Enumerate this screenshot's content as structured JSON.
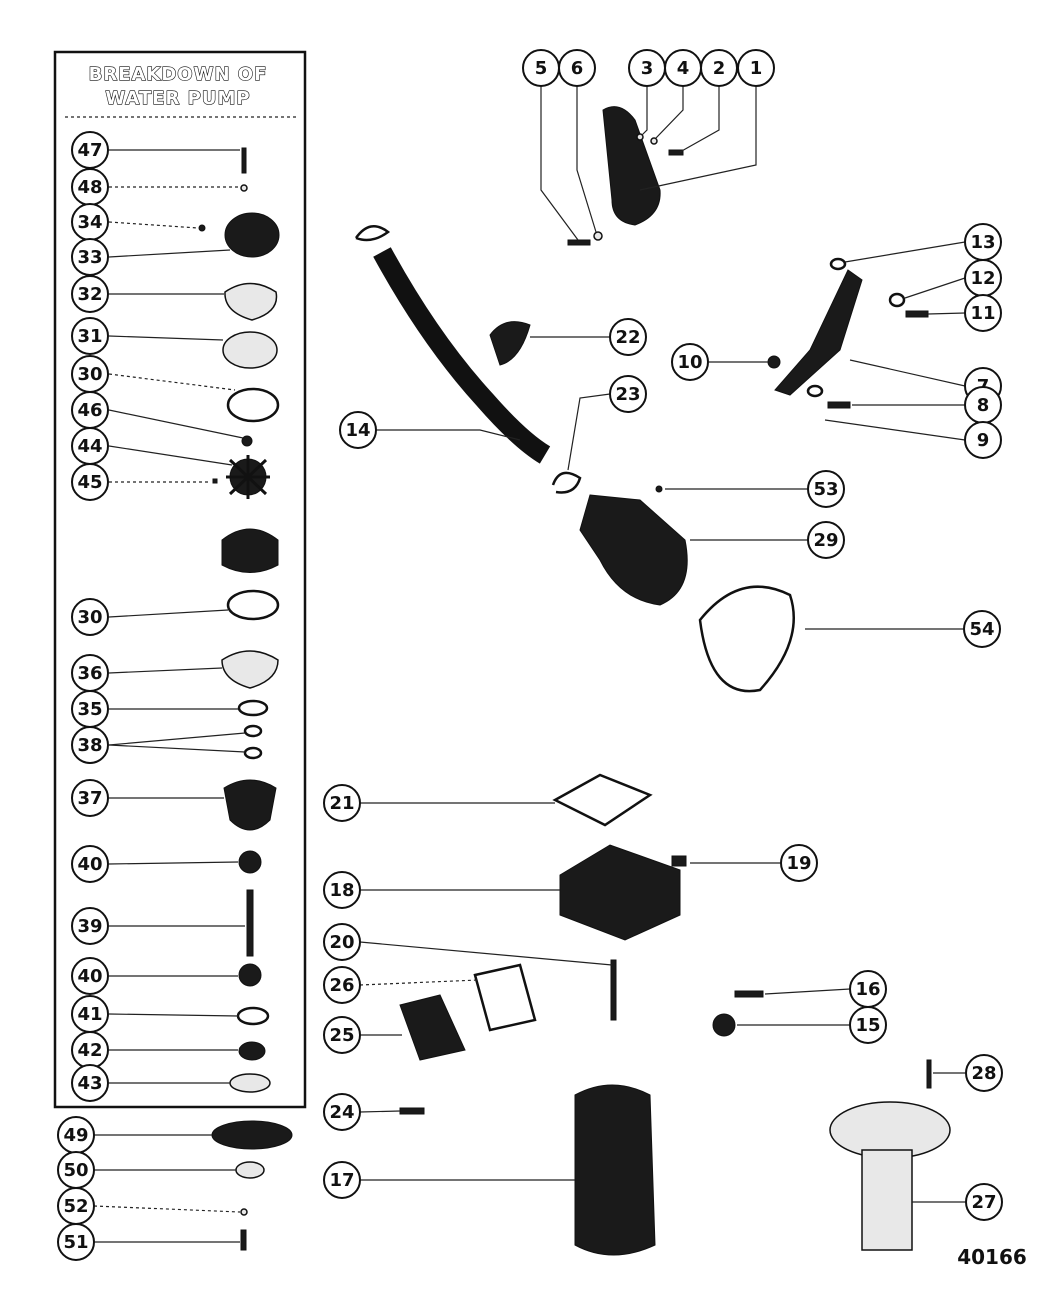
{
  "panel": {
    "title_line1": "BREAKDOWN OF",
    "title_line2": "WATER PUMP"
  },
  "figure_number": "40166",
  "callouts": {
    "c1": "1",
    "c2": "2",
    "c3": "3",
    "c4": "4",
    "c5": "5",
    "c6": "6",
    "c7": "7",
    "c8": "8",
    "c9": "9",
    "c10": "10",
    "c11": "11",
    "c12": "12",
    "c13": "13",
    "c14": "14",
    "c15": "15",
    "c16": "16",
    "c17": "17",
    "c18": "18",
    "c19": "19",
    "c20": "20",
    "c21": "21",
    "c22": "22",
    "c23": "23",
    "c24": "24",
    "c25": "25",
    "c26": "26",
    "c27": "27",
    "c28": "28",
    "c29": "29",
    "c30a": "30",
    "c30b": "30",
    "c31": "31",
    "c32": "32",
    "c33": "33",
    "c34": "34",
    "c35": "35",
    "c36": "36",
    "c37": "37",
    "c38": "38",
    "c39": "39",
    "c40a": "40",
    "c40b": "40",
    "c41": "41",
    "c42": "42",
    "c43": "43",
    "c44": "44",
    "c45": "45",
    "c46": "46",
    "c47": "47",
    "c48": "48",
    "c49": "49",
    "c50": "50",
    "c51": "51",
    "c52": "52",
    "c53": "53",
    "c54": "54"
  }
}
